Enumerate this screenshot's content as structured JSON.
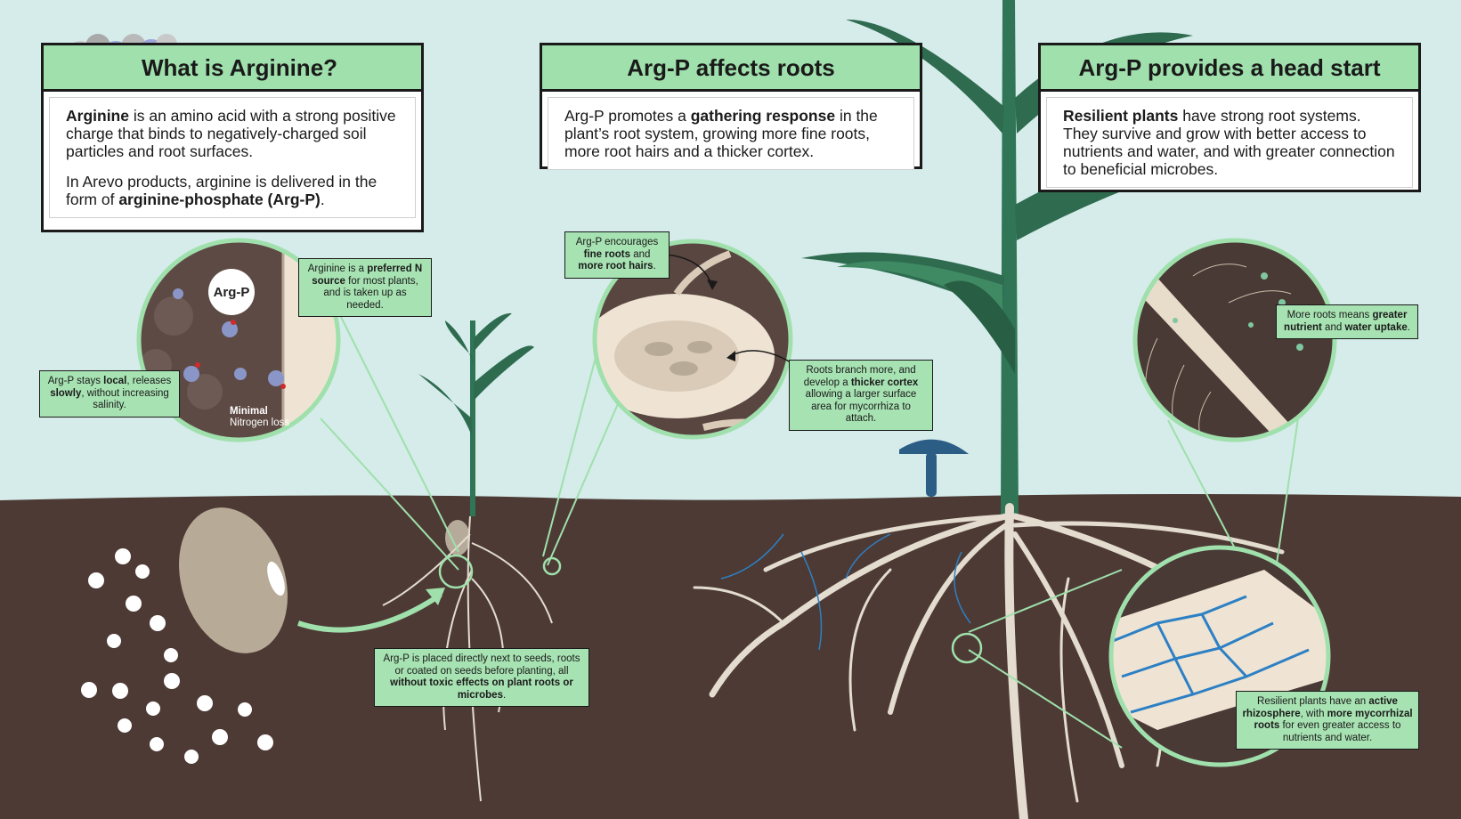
{
  "box_arginine": {
    "title": "What is Arginine?",
    "p1_bold": "Arginine",
    "p1_rest": " is an amino acid with a strong positive charge that binds to negatively-charged soil particles and root surfaces.",
    "p2_start": "In Arevo products, arginine is delivered in the form of ",
    "p2_bold": "arginine-phosphate (Arg-P)",
    "p2_end": "."
  },
  "box_roots": {
    "title": "Arg-P affects roots",
    "p1_start": "Arg-P promotes a ",
    "p1_bold": "gathering response",
    "p1_rest": " in the plant’s root system, growing more fine roots, more root hairs and a thicker cortex."
  },
  "box_headstart": {
    "title": "Arg-P provides a head start",
    "p1_bold": "Resilient plants",
    "p1_rest": " have strong root systems. They survive and grow with better access to nutrients and water, and with greater connection to beneficial microbes."
  },
  "zoom_left": {
    "argp_label": "Arg-P",
    "minimal_bold": "Minimal",
    "minimal_rest": "Nitrogen loss"
  },
  "callouts": {
    "preferred_n": {
      "a": "Arginine is a ",
      "b": "preferred N source",
      "c": " for most plants, and is taken up as needed."
    },
    "local": {
      "a": "Arg-P stays ",
      "b": "local",
      "c": ", releases ",
      "d": "slowly",
      "e": ", without increasing salinity."
    },
    "fine_roots": {
      "a": "Arg-P encourages ",
      "b": "fine roots",
      "c": " and ",
      "d": "more root hairs",
      "e": "."
    },
    "cortex": {
      "a": "Roots branch more, and develop a ",
      "b": "thicker cortex",
      "c": " allowing a larger surface area for mycorrhiza to attach."
    },
    "placement": {
      "a": "Arg-P is placed directly next to seeds, roots or coated on seeds before planting, all ",
      "b": "without toxic effects on plant roots or microbes",
      "c": "."
    },
    "uptake": {
      "a": "More roots means ",
      "b": "greater nutrient",
      "c": " and ",
      "d": "water uptake",
      "e": "."
    },
    "rhizosphere": {
      "a": "Resilient plants have an ",
      "b": "active rhizosphere",
      "c": ", with ",
      "d": "more mycorrhizal roots",
      "e": " for even greater access to nutrients and water."
    }
  },
  "colors": {
    "sky": "#d5ecea",
    "soil": "#4d3a34",
    "accent_green": "#9fe0ac",
    "leaf_green": "#2e6b4f",
    "mushroom_blue": "#2c5d85",
    "root": "#e3dccf"
  }
}
